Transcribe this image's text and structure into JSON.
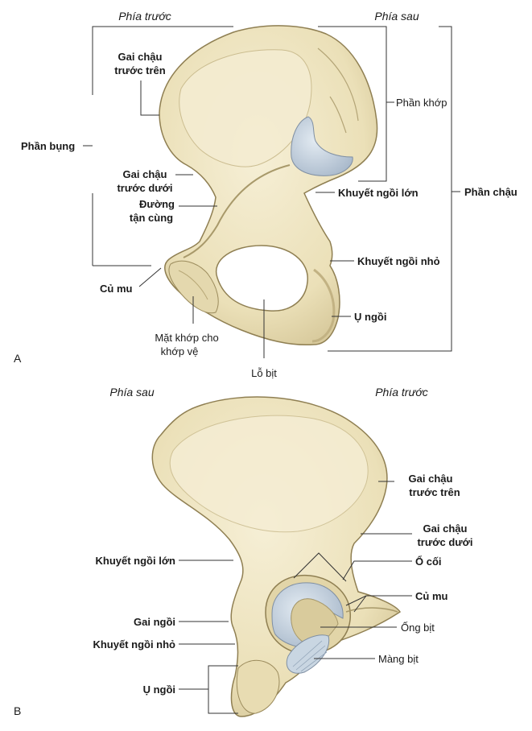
{
  "colors": {
    "bone": "#efe6c4",
    "bone_shadow": "#c8b98b",
    "bone_outline": "#8f7f52",
    "cartilage": "#b9c7d6",
    "line": "#333333"
  },
  "panel_a": {
    "letter": "A",
    "anterior": "Phía trước",
    "posterior": "Phía sau",
    "labels": {
      "asis_1": "Gai chậu",
      "asis_2": "trước trên",
      "abdominal": "Phần bụng",
      "aiis_1": "Gai chậu",
      "aiis_2": "trước dưới",
      "terminal_1": "Đường",
      "terminal_2": "tận cùng",
      "pubic_tubercle": "Củ mu",
      "symphyseal_1": "Mặt khớp cho",
      "symphyseal_2": "khớp vệ",
      "obturator_foramen": "Lỗ bịt",
      "articular_part": "Phần khớp",
      "greater_notch": "Khuyết ngồi lớn",
      "pelvic_part": "Phần chậu",
      "lesser_notch": "Khuyết ngồi nhỏ",
      "ischial_tuberosity": "Ụ ngồi"
    }
  },
  "panel_b": {
    "letter": "B",
    "posterior": "Phía sau",
    "anterior": "Phía trước",
    "labels": {
      "asis_1": "Gai chậu",
      "asis_2": "trước trên",
      "aiis_1": "Gai chậu",
      "aiis_2": "trước dưới",
      "acetabulum": "Ổ cối",
      "pubic_tubercle": "Củ mu",
      "obturator_canal": "Ống bịt",
      "obturator_membrane": "Màng bịt",
      "greater_notch": "Khuyết ngồi lớn",
      "ischial_spine": "Gai ngồi",
      "lesser_notch": "Khuyết ngồi nhỏ",
      "ischial_tuberosity": "Ụ ngồi"
    }
  }
}
